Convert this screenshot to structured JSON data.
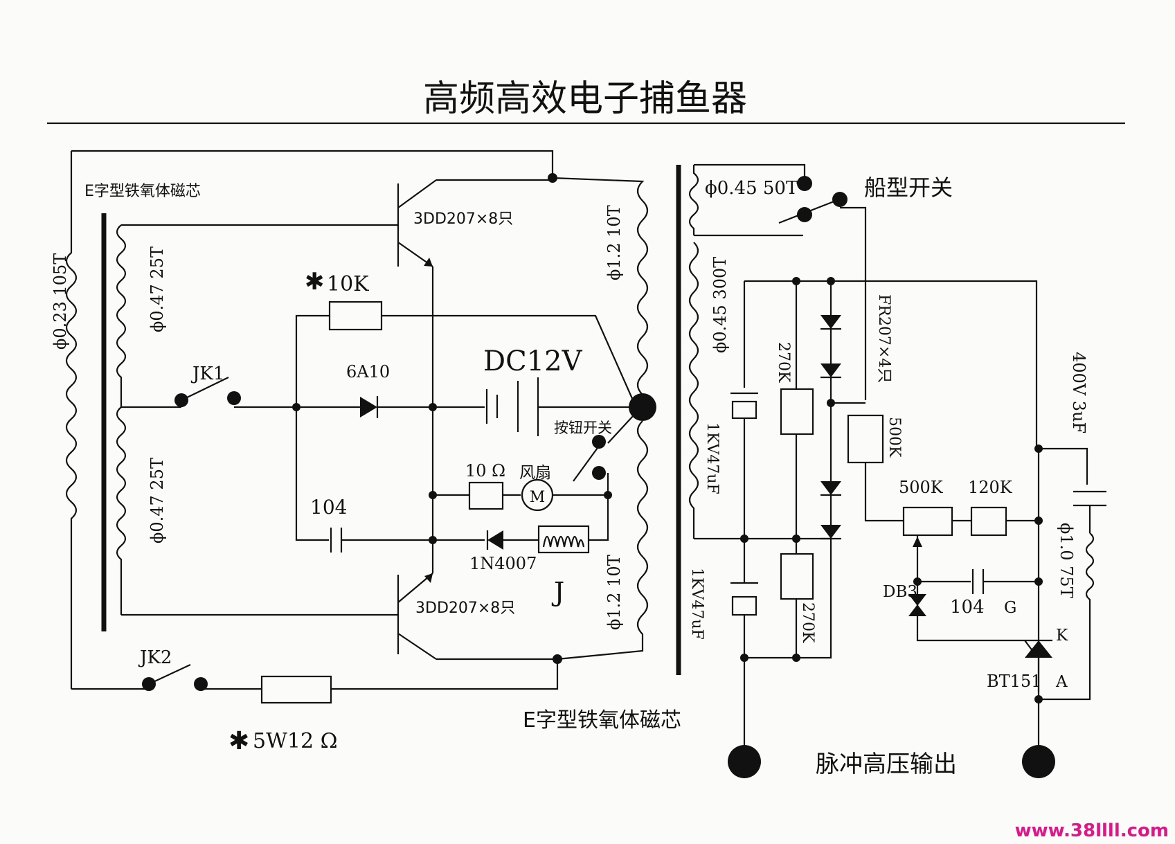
{
  "title": "高频高效电子捕鱼器",
  "core_label_top": "E字型铁氧体磁芯",
  "core_label_bottom": "E字型铁氧体磁芯",
  "windings": {
    "left_primary": "ϕ0.23 105T",
    "base_upper": "ϕ0.47 25T",
    "base_lower": "ϕ0.47 25T",
    "coll_upper": "ϕ1.2 10T",
    "coll_lower": "ϕ1.2 10T",
    "sec_top": "ϕ0.45 50T",
    "sec_main": "ϕ0.45 300T",
    "out_coil": "ϕ1.0 75T"
  },
  "components": {
    "transistor_top": "3DD207×8只",
    "transistor_bottom": "3DD207×8只",
    "resistor_10k": "10K",
    "diode_6a10": "6A10",
    "battery": "DC12V",
    "push_switch": "按钮开关",
    "res_10ohm": "10 Ω",
    "fan": "风扇",
    "cap_104_left": "104",
    "diode_1n4007": "1N4007",
    "label_j": "J",
    "jk1": "JK1",
    "jk2": "JK2",
    "res_5w12": "5W12 Ω",
    "boat_switch": "船型开关",
    "cap_1kv_top": "1KV47uF",
    "cap_1kv_bottom": "1KV47uF",
    "res_270k_top": "270K",
    "res_270k_bottom": "270K",
    "diodes_fr207": "FR207×4只",
    "res_500k_vert": "500K",
    "res_500k": "500K",
    "res_120k": "120K",
    "cap_400v": "400V 3uF",
    "db3": "DB3",
    "cap_104_right": "104",
    "scr_g": "G",
    "scr_k": "K",
    "scr_a": "A",
    "scr": "BT151",
    "output": "脉冲高压输出",
    "mark_star": "✱"
  },
  "watermark": "www.38llll.com"
}
